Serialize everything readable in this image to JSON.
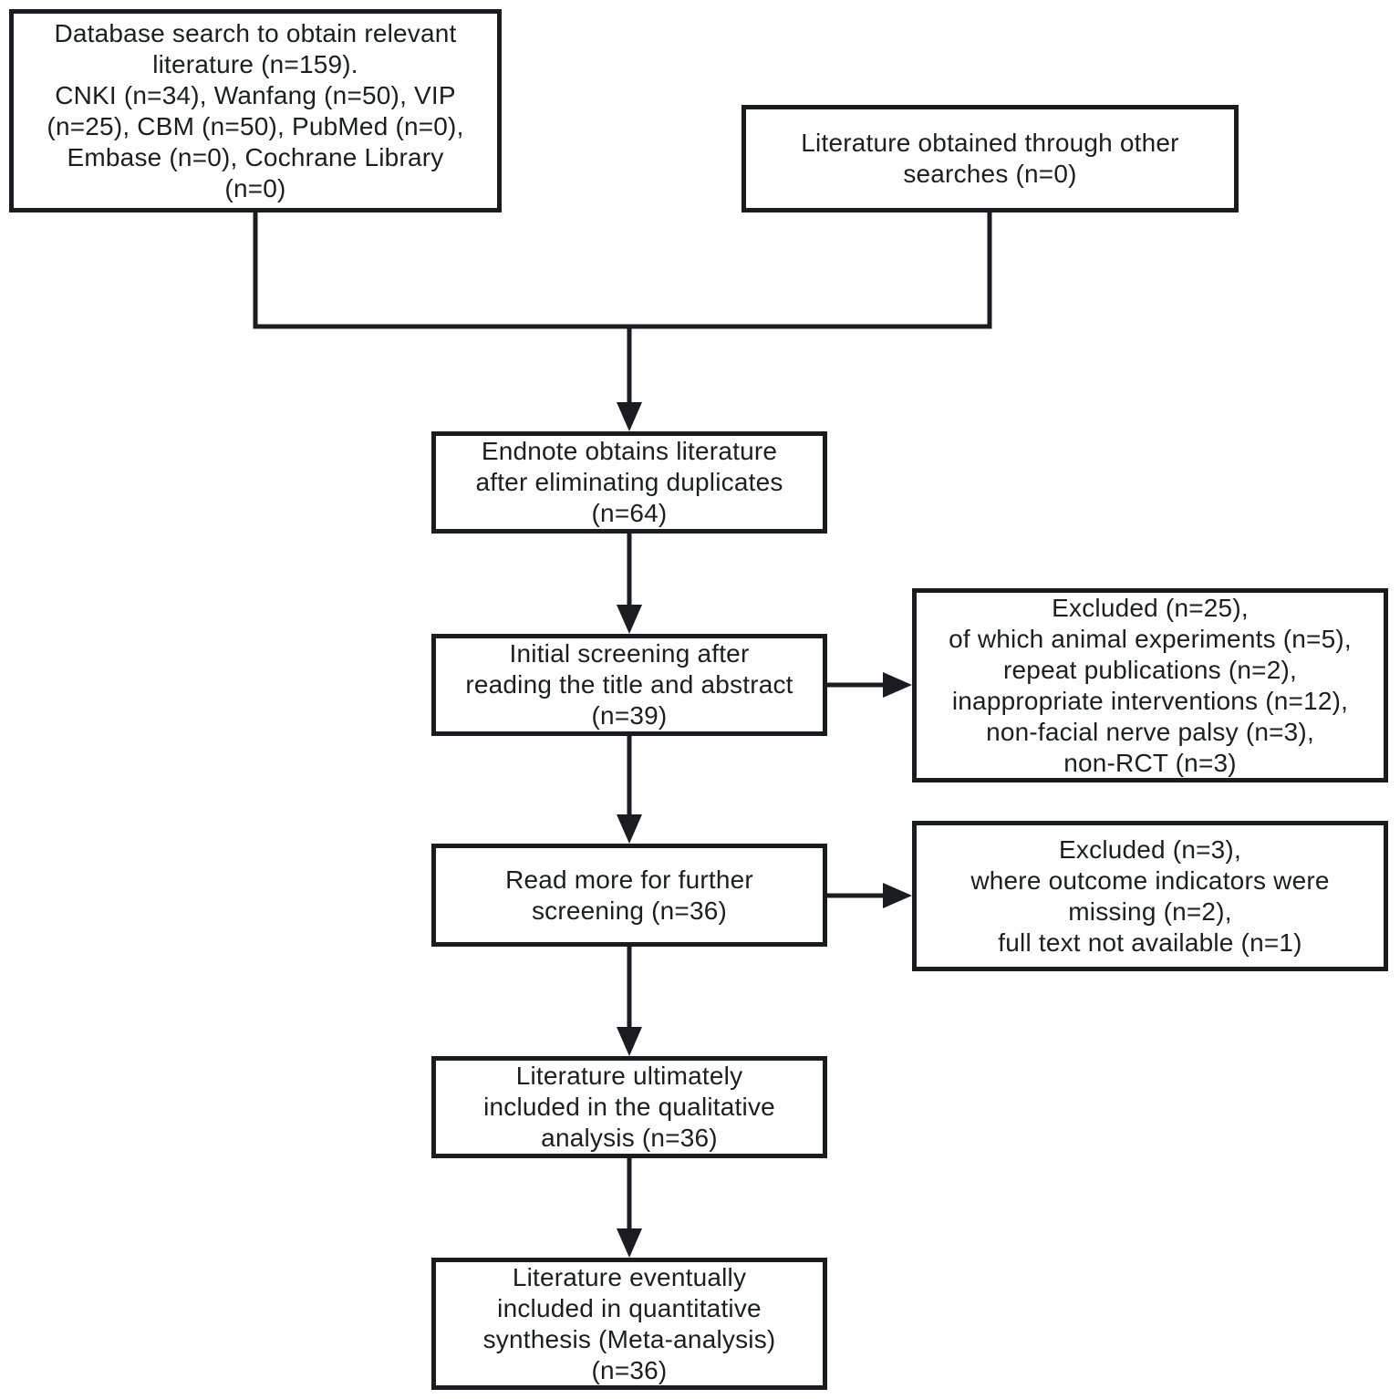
{
  "colors": {
    "line": "#1b1c22",
    "background": "#ffffff",
    "box_fill": "#ffffff",
    "text": "#1d1e22"
  },
  "boxes": {
    "database_search": {
      "text": "Database search to obtain relevant\nliterature (n=159).\nCNKI (n=34), Wanfang (n=50), VIP\n(n=25), CBM (n=50), PubMed (n=0),\nEmbase (n=0), Cochrane Library\n(n=0)"
    },
    "other_searches": {
      "text": "Literature obtained through other\nsearches (n=0)"
    },
    "deduplicated": {
      "text": "Endnote obtains literature\nafter eliminating duplicates\n(n=64)"
    },
    "initial_screening": {
      "text": "Initial screening after\nreading the title and abstract\n(n=39)"
    },
    "excluded_initial": {
      "text": "Excluded (n=25),\nof which animal experiments (n=5),\nrepeat publications (n=2),\ninappropriate interventions (n=12),\nnon-facial nerve palsy (n=3),\nnon-RCT (n=3)"
    },
    "further_screening": {
      "text": "Read more for further\nscreening (n=36)"
    },
    "excluded_further": {
      "text": "Excluded (n=3),\nwhere outcome indicators were\nmissing (n=2),\nfull text not available (n=1)"
    },
    "qualitative_analysis": {
      "text": "Literature ultimately\nincluded in the qualitative\nanalysis (n=36)"
    },
    "quantitative_synthesis": {
      "text": "Literature eventually\nincluded in quantitative\nsynthesis (Meta-analysis)\n(n=36)"
    }
  }
}
